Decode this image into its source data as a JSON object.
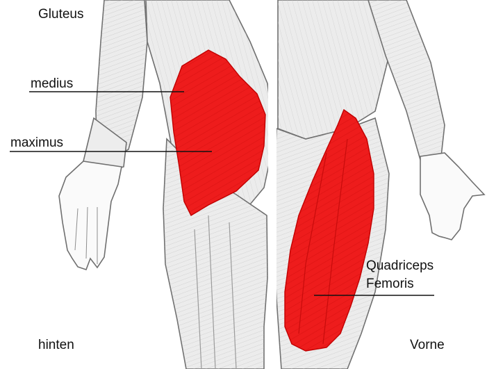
{
  "labels": {
    "gluteus": "Gluteus",
    "medius": "medius",
    "maximus": "maximus",
    "quadriceps_line1": "Quadriceps",
    "quadriceps_line2": "Femoris",
    "hinten": "hinten",
    "vorne": "Vorne"
  },
  "colors": {
    "muscle_highlight": "#ee1c1c",
    "sketch_line": "#6f6f6f",
    "skin_shading": "#e9e9e9",
    "background": "#ffffff"
  }
}
